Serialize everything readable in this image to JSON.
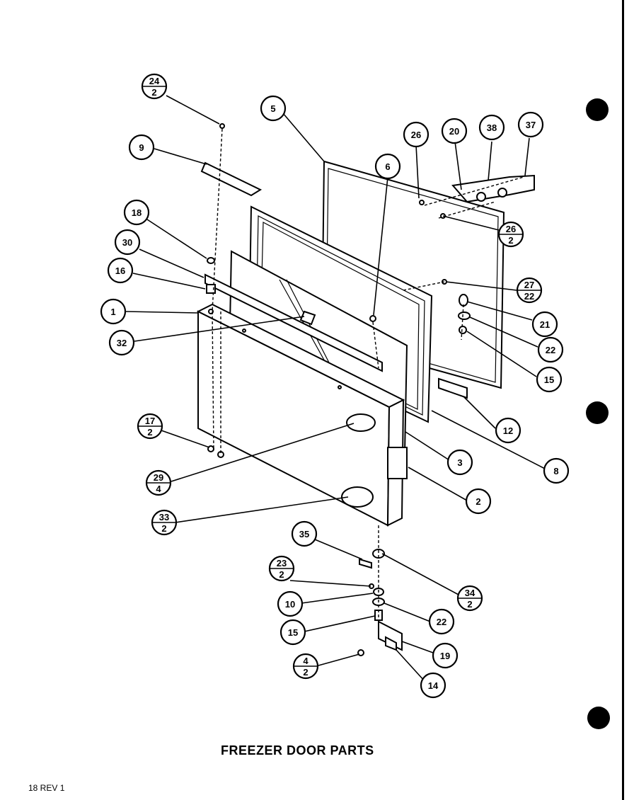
{
  "title": "FREEZER DOOR PARTS",
  "revision": "18 REV 1",
  "callouts": [
    {
      "label": "24",
      "qty": "2"
    },
    {
      "label": "9"
    },
    {
      "label": "5"
    },
    {
      "label": "26"
    },
    {
      "label": "20"
    },
    {
      "label": "38"
    },
    {
      "label": "37"
    },
    {
      "label": "6"
    },
    {
      "label": "26",
      "qty": "2"
    },
    {
      "label": "18"
    },
    {
      "label": "30"
    },
    {
      "label": "16"
    },
    {
      "label": "27",
      "qty": "22"
    },
    {
      "label": "1"
    },
    {
      "label": "21"
    },
    {
      "label": "32"
    },
    {
      "label": "22"
    },
    {
      "label": "15"
    },
    {
      "label": "17",
      "qty": "2"
    },
    {
      "label": "12"
    },
    {
      "label": "29",
      "qty": "4"
    },
    {
      "label": "3"
    },
    {
      "label": "8"
    },
    {
      "label": "2"
    },
    {
      "label": "33",
      "qty": "2"
    },
    {
      "label": "35"
    },
    {
      "label": "23",
      "qty": "2"
    },
    {
      "label": "34",
      "qty": "2"
    },
    {
      "label": "10"
    },
    {
      "label": "22"
    },
    {
      "label": "15"
    },
    {
      "label": "19"
    },
    {
      "label": "4",
      "qty": "2"
    },
    {
      "label": "14"
    }
  ]
}
